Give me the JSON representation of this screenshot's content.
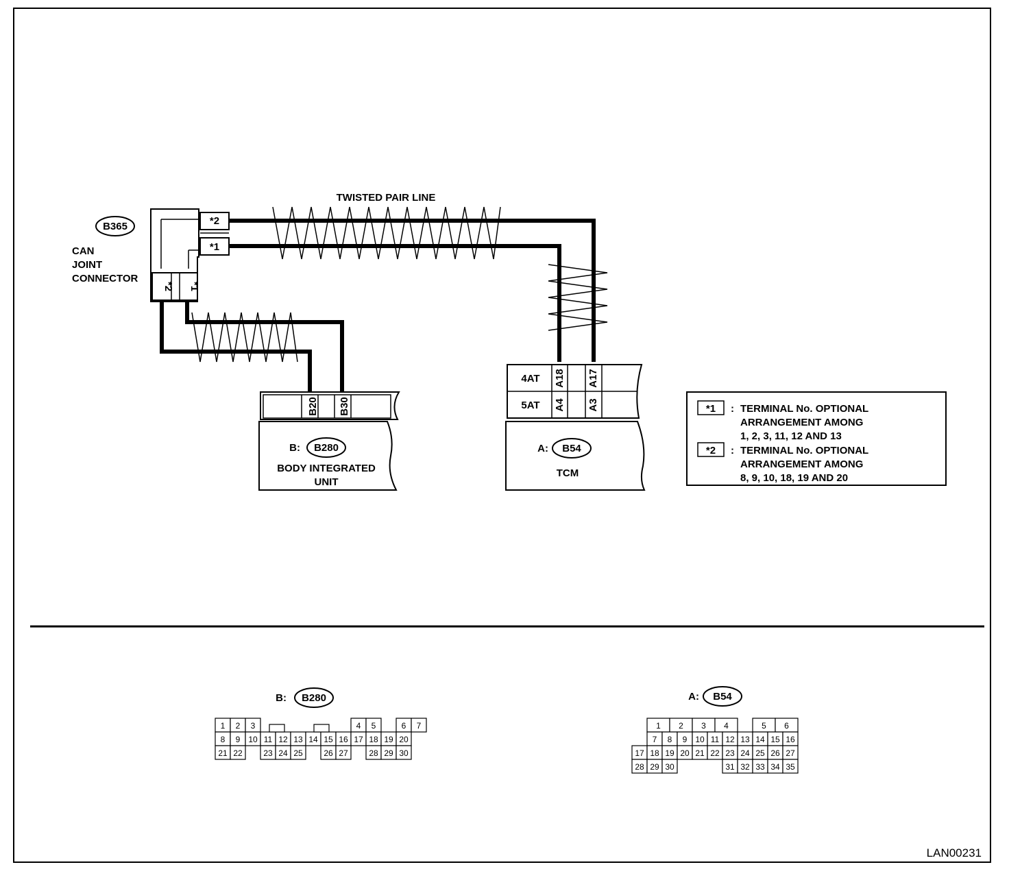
{
  "diagram_id": "LAN00231",
  "twisted_pair_label": "TWISTED PAIR LINE",
  "can_joint": {
    "id": "B365",
    "name_lines": [
      "CAN",
      "JOINT",
      "CONNECTOR"
    ],
    "term1": "*1",
    "term2": "*2"
  },
  "body_unit": {
    "prefix": "B:",
    "id": "B280",
    "name_lines": [
      "BODY INTEGRATED",
      "UNIT"
    ],
    "pin_a": "B20",
    "pin_b": "B30"
  },
  "tcm": {
    "prefix": "A:",
    "id": "B54",
    "name": "TCM",
    "row1_label": "4AT",
    "row2_label": "5AT",
    "row1_pin_a": "A18",
    "row1_pin_b": "A17",
    "row2_pin_a": "A4",
    "row2_pin_b": "A3"
  },
  "legend": [
    {
      "mark": "*1",
      "colon": ":",
      "lines": [
        "TERMINAL No. OPTIONAL",
        "ARRANGEMENT AMONG",
        "1, 2, 3, 11, 12 AND 13"
      ]
    },
    {
      "mark": "*2",
      "colon": ":",
      "lines": [
        "TERMINAL No. OPTIONAL",
        "ARRANGEMENT AMONG",
        "8, 9, 10, 18, 19 AND 20"
      ]
    }
  ],
  "face_b280": {
    "prefix": "B:",
    "id": "B280",
    "rows": [
      [
        "1",
        "2",
        "3",
        "",
        "",
        "",
        "",
        "",
        "",
        "4",
        "5",
        "",
        "6",
        "7"
      ],
      [
        "8",
        "9",
        "10",
        "11",
        "12",
        "13",
        "14",
        "15",
        "16",
        "17",
        "18",
        "19",
        "20"
      ],
      [
        "21",
        "22",
        "",
        "23",
        "24",
        "25",
        "",
        "26",
        "27",
        "",
        "28",
        "29",
        "30"
      ]
    ]
  },
  "face_b54": {
    "prefix": "A:",
    "id": "B54",
    "rows": [
      [
        "",
        "1",
        "2",
        "3",
        "4",
        "",
        "5",
        "6"
      ],
      [
        "",
        "7",
        "8",
        "9",
        "10",
        "11",
        "12",
        "13",
        "14",
        "15",
        "16"
      ],
      [
        "17",
        "18",
        "19",
        "20",
        "21",
        "22",
        "23",
        "24",
        "25",
        "26",
        "27"
      ],
      [
        "28",
        "29",
        "30",
        "",
        "",
        "",
        "31",
        "32",
        "33",
        "34",
        "35"
      ]
    ]
  }
}
